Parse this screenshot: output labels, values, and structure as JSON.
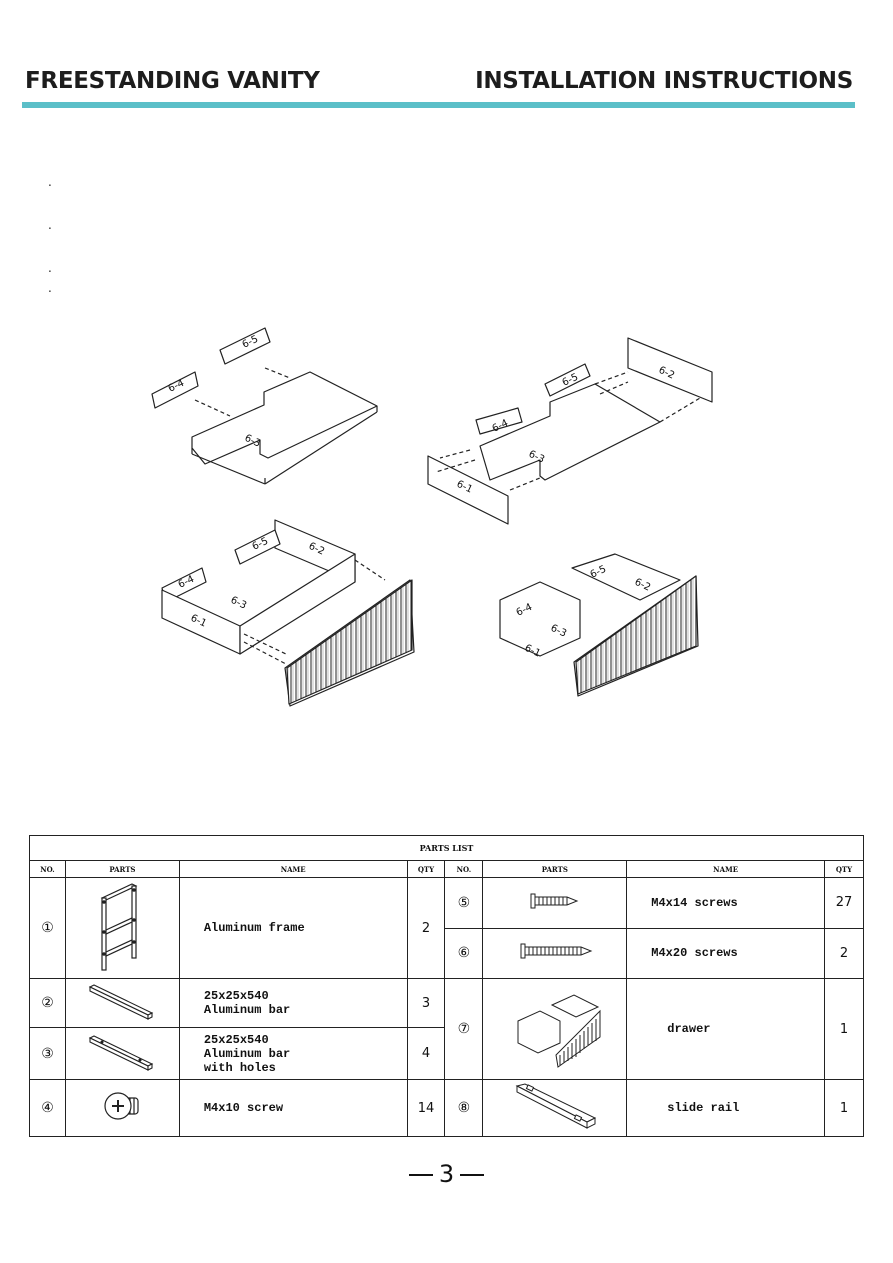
{
  "header": {
    "left_title": "FREESTANDING VANITY",
    "right_title": "INSTALLATION INSTRUCTIONS",
    "rule_color": "#5bbfc8"
  },
  "bullets": [
    ".",
    ".",
    ".",
    "."
  ],
  "diagram": {
    "labels": {
      "p1": "6-1",
      "p2": "6-2",
      "p3": "6-3",
      "p4": "6-4",
      "p5": "6-5"
    }
  },
  "parts_list": {
    "title": "PARTS LIST",
    "headers": {
      "no": "NO.",
      "parts": "PARTS",
      "name": "NAME",
      "qty": "QTY"
    },
    "left_rows": [
      {
        "no": "①",
        "name_lines": [
          "Aluminum frame"
        ],
        "qty": "2",
        "icon": "aluminum-frame-icon"
      },
      {
        "no": "②",
        "name_lines": [
          "25x25x540",
          "Aluminum bar"
        ],
        "qty": "3",
        "icon": "aluminum-bar-icon"
      },
      {
        "no": "③",
        "name_lines": [
          "25x25x540",
          "Aluminum bar",
          "with holes"
        ],
        "qty": "4",
        "icon": "aluminum-bar-holes-icon"
      },
      {
        "no": "④",
        "name_lines": [
          "M4x10 screw"
        ],
        "qty": "14",
        "icon": "screw-head-icon"
      }
    ],
    "right_rows": [
      {
        "no": "⑤",
        "name_lines": [
          "M4x14 screws"
        ],
        "qty": "27",
        "icon": "short-screw-icon"
      },
      {
        "no": "⑥",
        "name_lines": [
          "M4x20 screws"
        ],
        "qty": "2",
        "icon": "long-screw-icon"
      },
      {
        "no": "⑦",
        "name_lines": [
          "drawer"
        ],
        "qty": "1",
        "icon": "drawer-icon"
      },
      {
        "no": "⑧",
        "name_lines": [
          "slide rail"
        ],
        "qty": "1",
        "icon": "slide-rail-icon"
      }
    ]
  },
  "page_number": "3"
}
